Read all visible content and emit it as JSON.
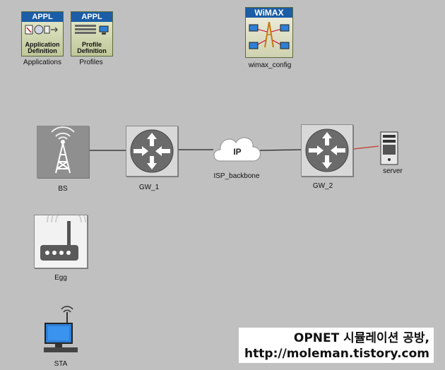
{
  "nodes": {
    "applications": {
      "label": "Applications",
      "badge": "APPL",
      "icon_text": "Application Definition",
      "icon": "application-definition-icon"
    },
    "profiles": {
      "label": "Profiles",
      "badge": "APPL",
      "icon_text": "Profile Definition",
      "icon": "profile-definition-icon"
    },
    "wimax_config": {
      "label": "wimax_config",
      "badge": "WiMAX",
      "icon": "wimax-config-icon"
    },
    "bs": {
      "label": "BS",
      "icon": "base-station-tower-icon"
    },
    "gw1": {
      "label": "GW_1",
      "icon": "router-icon"
    },
    "isp": {
      "label": "ISP_backbone",
      "cloud_text": "IP",
      "icon": "ip-cloud-icon"
    },
    "gw2": {
      "label": "GW_2",
      "icon": "router-icon"
    },
    "server": {
      "label": "server",
      "icon": "server-icon"
    },
    "egg": {
      "label": "Egg",
      "icon": "wireless-modem-icon"
    },
    "sta": {
      "label": "STA",
      "icon": "wireless-workstation-icon"
    }
  },
  "links": [
    {
      "from": "BS",
      "to": "GW_1",
      "color": "#222222"
    },
    {
      "from": "GW_1",
      "to": "ISP_backbone",
      "color": "#222222"
    },
    {
      "from": "ISP_backbone",
      "to": "GW_2",
      "color": "#222222"
    },
    {
      "from": "GW_2",
      "to": "server",
      "color": "#c0392b"
    }
  ],
  "watermark": {
    "line1": "OPNET 시뮬레이션 공방,",
    "line2": "http://moleman.tistory.com"
  },
  "colors": {
    "canvas": "#c0c0c0",
    "def_header": "#1b5da6",
    "router_tile": "#d8d8d8",
    "monitor": "#2f7fd6"
  }
}
